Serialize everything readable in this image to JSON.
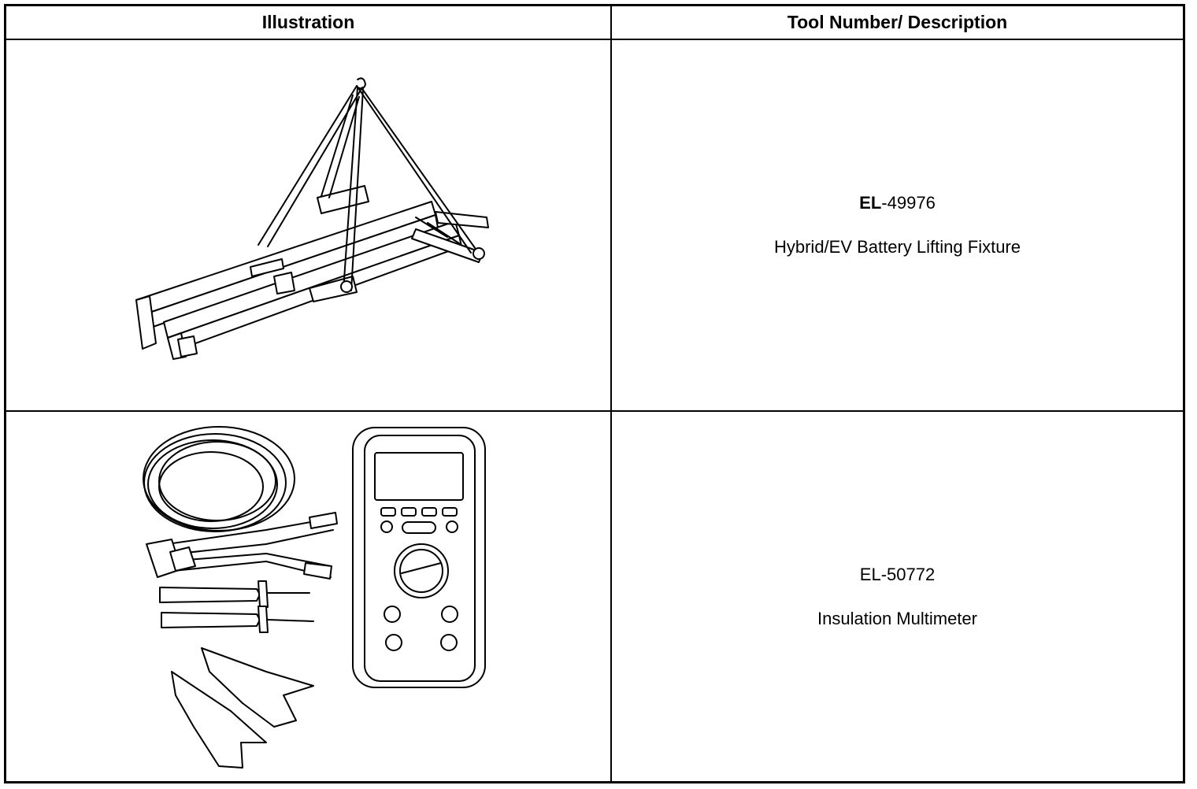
{
  "table": {
    "headers": {
      "illustration": "Illustration",
      "tool": "Tool Number/ Description"
    },
    "rows": [
      {
        "number_prefix": "EL",
        "number_suffix": "-49976",
        "description": "Hybrid/EV Battery Lifting Fixture",
        "icon": "battery-lifting-fixture-icon"
      },
      {
        "number": "EL-50772",
        "description": "Insulation Multimeter",
        "icon": "insulation-multimeter-icon"
      }
    ]
  }
}
